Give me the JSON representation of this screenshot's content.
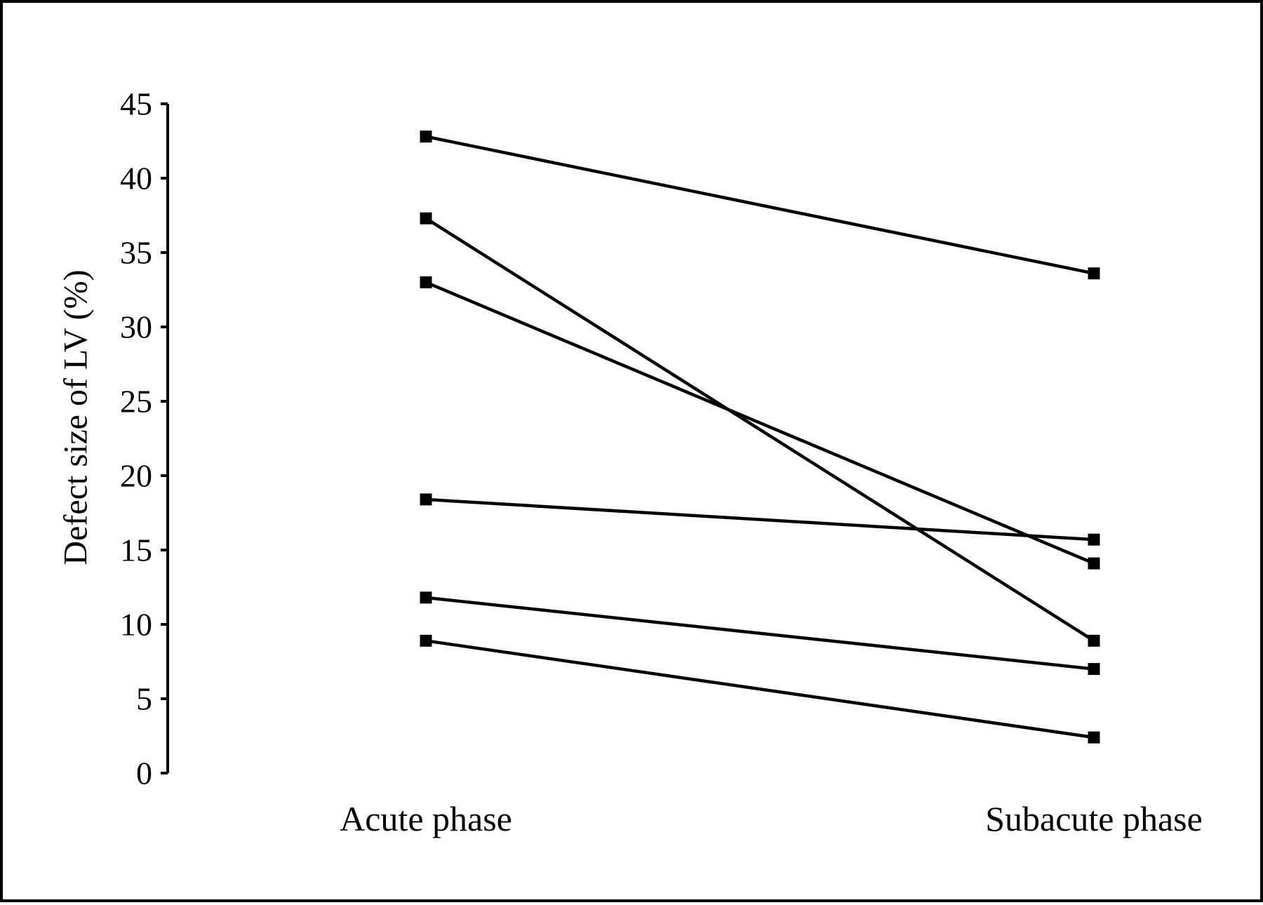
{
  "chart_data": {
    "type": "line",
    "title": "",
    "xlabel": "",
    "ylabel": "Defect size of LV (%)",
    "categories": [
      "Acute phase",
      "Subacute phase"
    ],
    "ylim": [
      0,
      45
    ],
    "yticks": [
      "0",
      "5",
      "10",
      "15",
      "20",
      "25",
      "30",
      "35",
      "40",
      "45"
    ],
    "grid": false,
    "legend": "none",
    "marker": "square",
    "series": [
      {
        "values": [
          42.8,
          33.6
        ]
      },
      {
        "values": [
          37.3,
          8.9
        ]
      },
      {
        "values": [
          33.0,
          14.1
        ]
      },
      {
        "values": [
          18.4,
          15.7
        ]
      },
      {
        "values": [
          11.8,
          7.0
        ]
      },
      {
        "values": [
          8.9,
          2.4
        ]
      }
    ],
    "colors": {
      "line": "#000000",
      "marker": "#000000",
      "background": "#ffffff"
    }
  }
}
